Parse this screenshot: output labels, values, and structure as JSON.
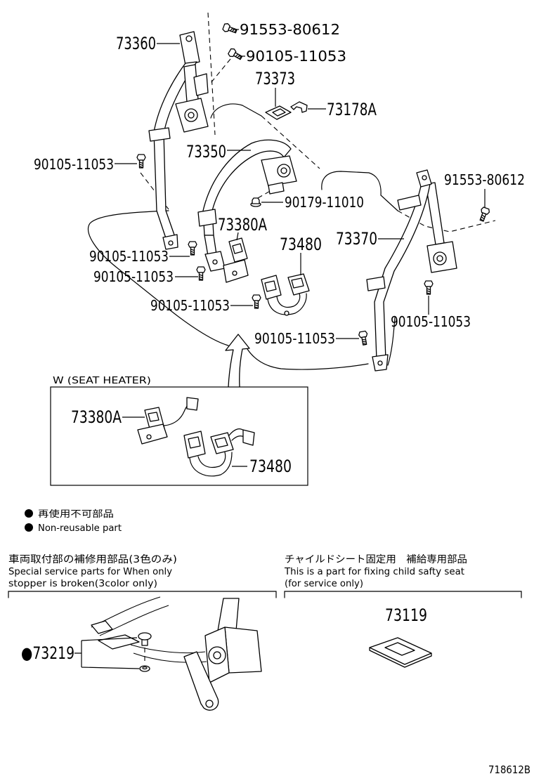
{
  "colors": {
    "ink": "#000000",
    "background": "#ffffff"
  },
  "main_diagram": {
    "p73360": "73360",
    "bolt_91553_80612_top": "91553-80612",
    "bolt_90105_11053_top": "90105-11053",
    "p73373": "73373",
    "p73178a": "73178A",
    "bolt_90105_11053_left": "90105-11053",
    "p73350": "73350",
    "nut_90179_11010": "90179-11010",
    "bolt_91553_80612_right": "91553-80612",
    "p73380a": "73380A",
    "p73480": "73480",
    "p73370": "73370",
    "bolt_90105_11053_a": "90105-11053",
    "bolt_90105_11053_b": "90105-11053",
    "bolt_90105_11053_c": "90105-11053",
    "bolt_90105_11053_right": "90105-11053",
    "bolt_90105_11053_d": "90105-11053"
  },
  "seat_heater": {
    "title": "W (SEAT HEATER)",
    "p73380a": "73380A",
    "p73480": "73480"
  },
  "legend": {
    "jp": "再使用不可部品",
    "en": "Non-reusable part"
  },
  "section_left": {
    "heading_jp": "車両取付部の補修用部品(3色のみ)",
    "heading_en_1": "Special service parts for When only",
    "heading_en_2": "stopper is broken(3color only)",
    "part": "●73219"
  },
  "section_right": {
    "heading_jp": "チャイルドシート固定用　補給専用部品",
    "heading_en_1": "This is a part for fixing child safty seat",
    "heading_en_2": "(for service only)",
    "part": "73119"
  },
  "diagram_id": "718612B"
}
